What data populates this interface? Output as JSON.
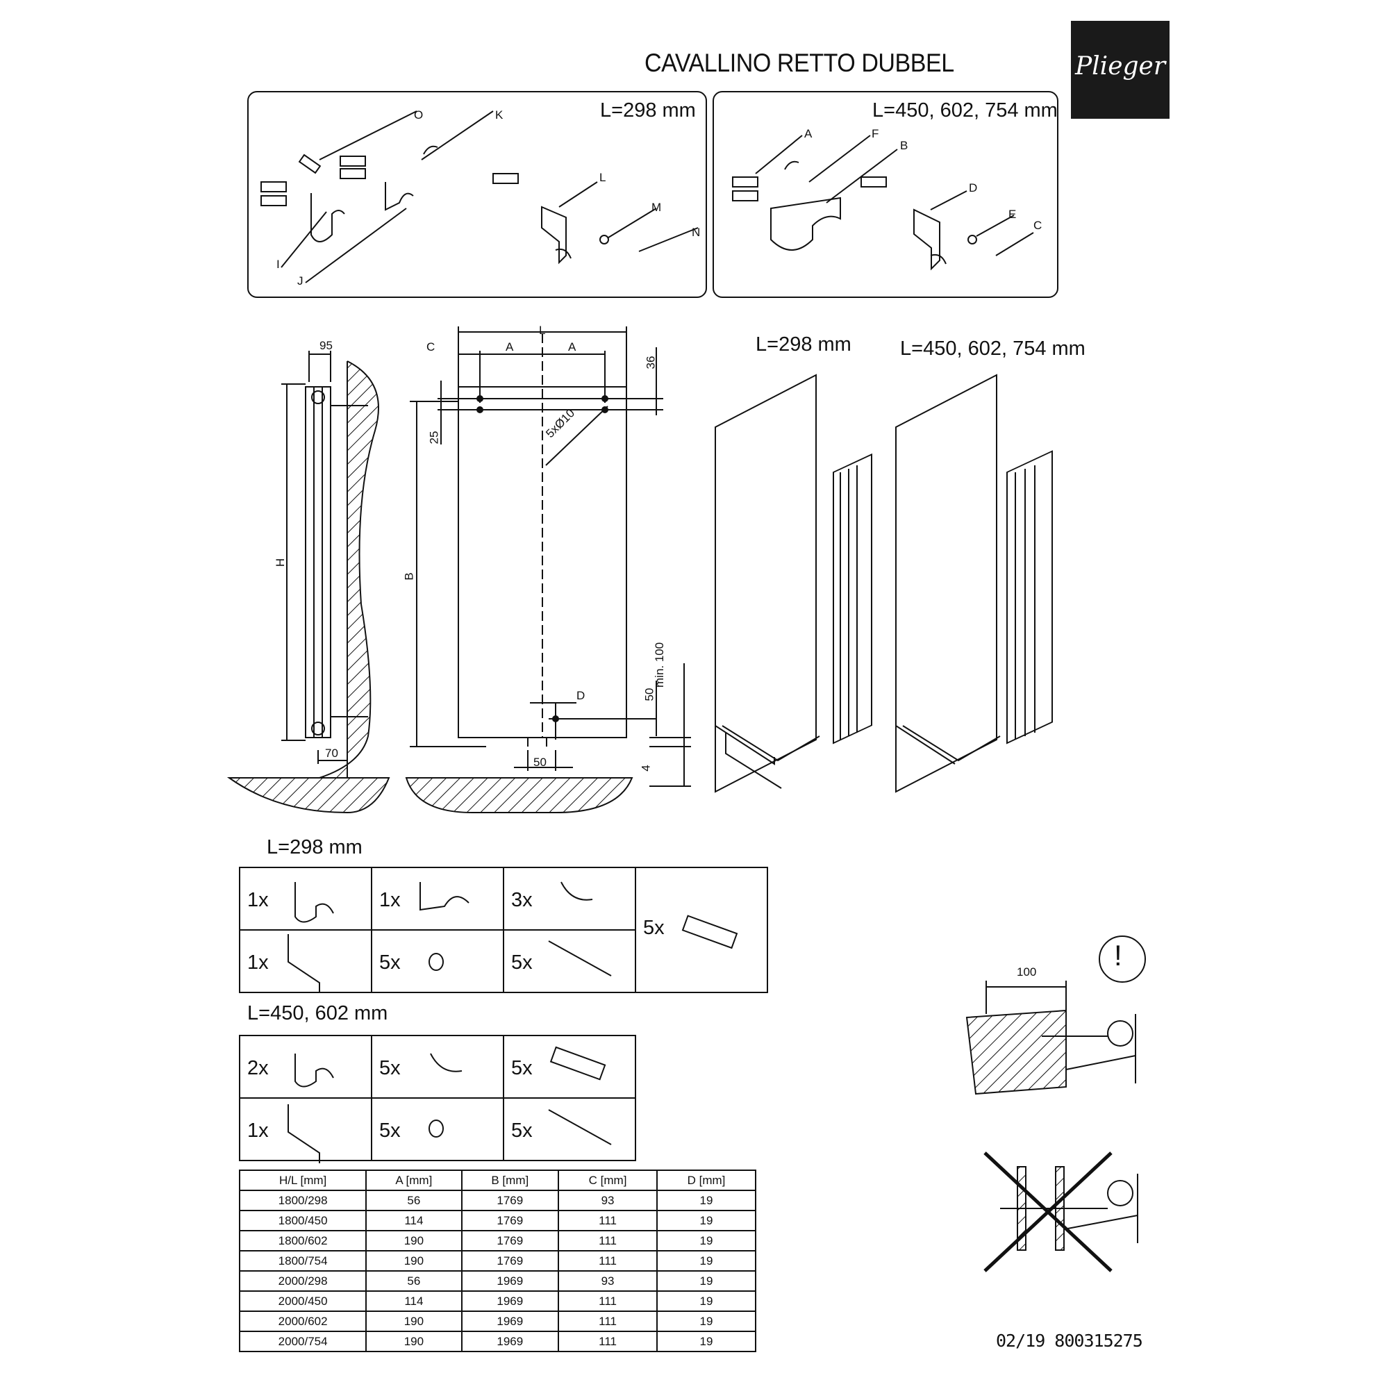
{
  "title": "CAVALLINO RETTO DUBBEL",
  "brand": "Plieger",
  "kit_panels": {
    "left": {
      "label": "L=298 mm",
      "parts": [
        "O",
        "K",
        "L",
        "M",
        "N",
        "I",
        "J"
      ]
    },
    "right": {
      "label": "L=450, 602, 754 mm",
      "parts": [
        "A",
        "F",
        "B",
        "D",
        "E",
        "C"
      ]
    }
  },
  "drawing": {
    "side": {
      "top_dim": "95",
      "height_label": "H",
      "bottom_dim": "70"
    },
    "front": {
      "width_label": "L",
      "c_label": "C",
      "a1_label": "A",
      "a2_label": "A",
      "top_dim": "36",
      "offset_dim": "25",
      "hole_note": "5xØ10",
      "b_label": "B",
      "d_label": "D",
      "dim_50_v": "50",
      "min_100": "min. 100",
      "dim_50_h": "50",
      "dim_4": "4"
    }
  },
  "iso_labels": {
    "left": "L=298 mm",
    "right": "L=450, 602, 754 mm"
  },
  "kit_298": {
    "label": "L=298 mm",
    "cells": [
      {
        "qty": "1x",
        "icon": "hook-bracket-small-icon"
      },
      {
        "qty": "1x",
        "icon": "hook-bracket-plate-icon"
      },
      {
        "qty": "3x",
        "icon": "clip-icon"
      },
      {
        "qty": "5x",
        "icon": "wall-plug-icon"
      },
      {
        "qty": "1x",
        "icon": "floor-bracket-icon"
      },
      {
        "qty": "5x",
        "icon": "washer-icon"
      },
      {
        "qty": "5x",
        "icon": "screw-icon"
      }
    ]
  },
  "kit_450": {
    "label": "L=450, 602 mm",
    "cells": [
      {
        "qty": "2x",
        "icon": "double-hook-bracket-icon"
      },
      {
        "qty": "5x",
        "icon": "clip-icon"
      },
      {
        "qty": "5x",
        "icon": "wall-plug-icon"
      },
      {
        "qty": "1x",
        "icon": "floor-bracket-icon"
      },
      {
        "qty": "5x",
        "icon": "washer-icon"
      },
      {
        "qty": "5x",
        "icon": "screw-icon"
      }
    ]
  },
  "dims_table": {
    "headers": [
      "H/L [mm]",
      "A [mm]",
      "B [mm]",
      "C [mm]",
      "D [mm]"
    ],
    "rows": [
      [
        "1800/298",
        "56",
        "1769",
        "93",
        "19"
      ],
      [
        "1800/450",
        "114",
        "1769",
        "111",
        "19"
      ],
      [
        "1800/602",
        "190",
        "1769",
        "111",
        "19"
      ],
      [
        "1800/754",
        "190",
        "1769",
        "111",
        "19"
      ],
      [
        "2000/298",
        "56",
        "1969",
        "93",
        "19"
      ],
      [
        "2000/450",
        "114",
        "1969",
        "111",
        "19"
      ],
      [
        "2000/602",
        "190",
        "1969",
        "111",
        "19"
      ],
      [
        "2000/754",
        "190",
        "1969",
        "111",
        "19"
      ]
    ]
  },
  "warning": {
    "dim": "100",
    "icon": "exclamation-icon",
    "crossed_icon": "crossed-out-icon"
  },
  "doc_number": "02/19 800315275"
}
